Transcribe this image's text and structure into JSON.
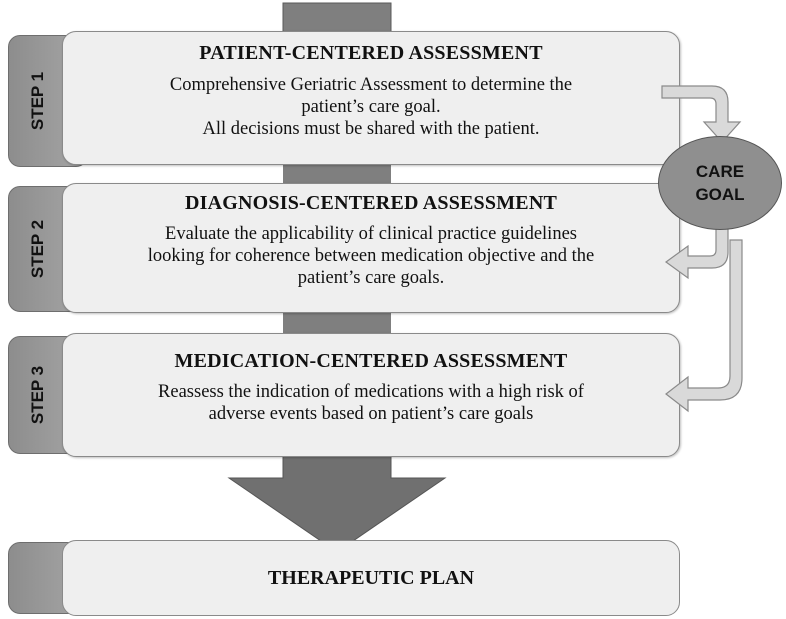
{
  "steps": [
    {
      "label": "STEP 1",
      "title": "PATIENT-CENTERED ASSESSMENT",
      "lines": [
        "Comprehensive Geriatric Assessment to determine the",
        "patient’s care goal.",
        "All decisions must be shared with the patient."
      ]
    },
    {
      "label": "STEP 2",
      "title": "DIAGNOSIS-CENTERED ASSESSMENT",
      "lines": [
        "Evaluate the applicability of clinical practice guidelines",
        "looking for coherence between medication objective and the",
        "patient’s care goals."
      ]
    },
    {
      "label": "STEP 3",
      "title": "MEDICATION-CENTERED ASSESSMENT",
      "lines": [
        "Reassess the indication of medications with a high risk of",
        "adverse events based on patient’s care goals"
      ]
    }
  ],
  "care_goal": {
    "line1": "CARE",
    "line2": "GOAL"
  },
  "plan": {
    "label": "THERAPEUTIC PLAN"
  },
  "colors": {
    "stem": "#7f7f7f",
    "arrow": "#707070",
    "card": "#efefef",
    "tab": "#9a9a9a",
    "connector": "#d9d9d9"
  }
}
